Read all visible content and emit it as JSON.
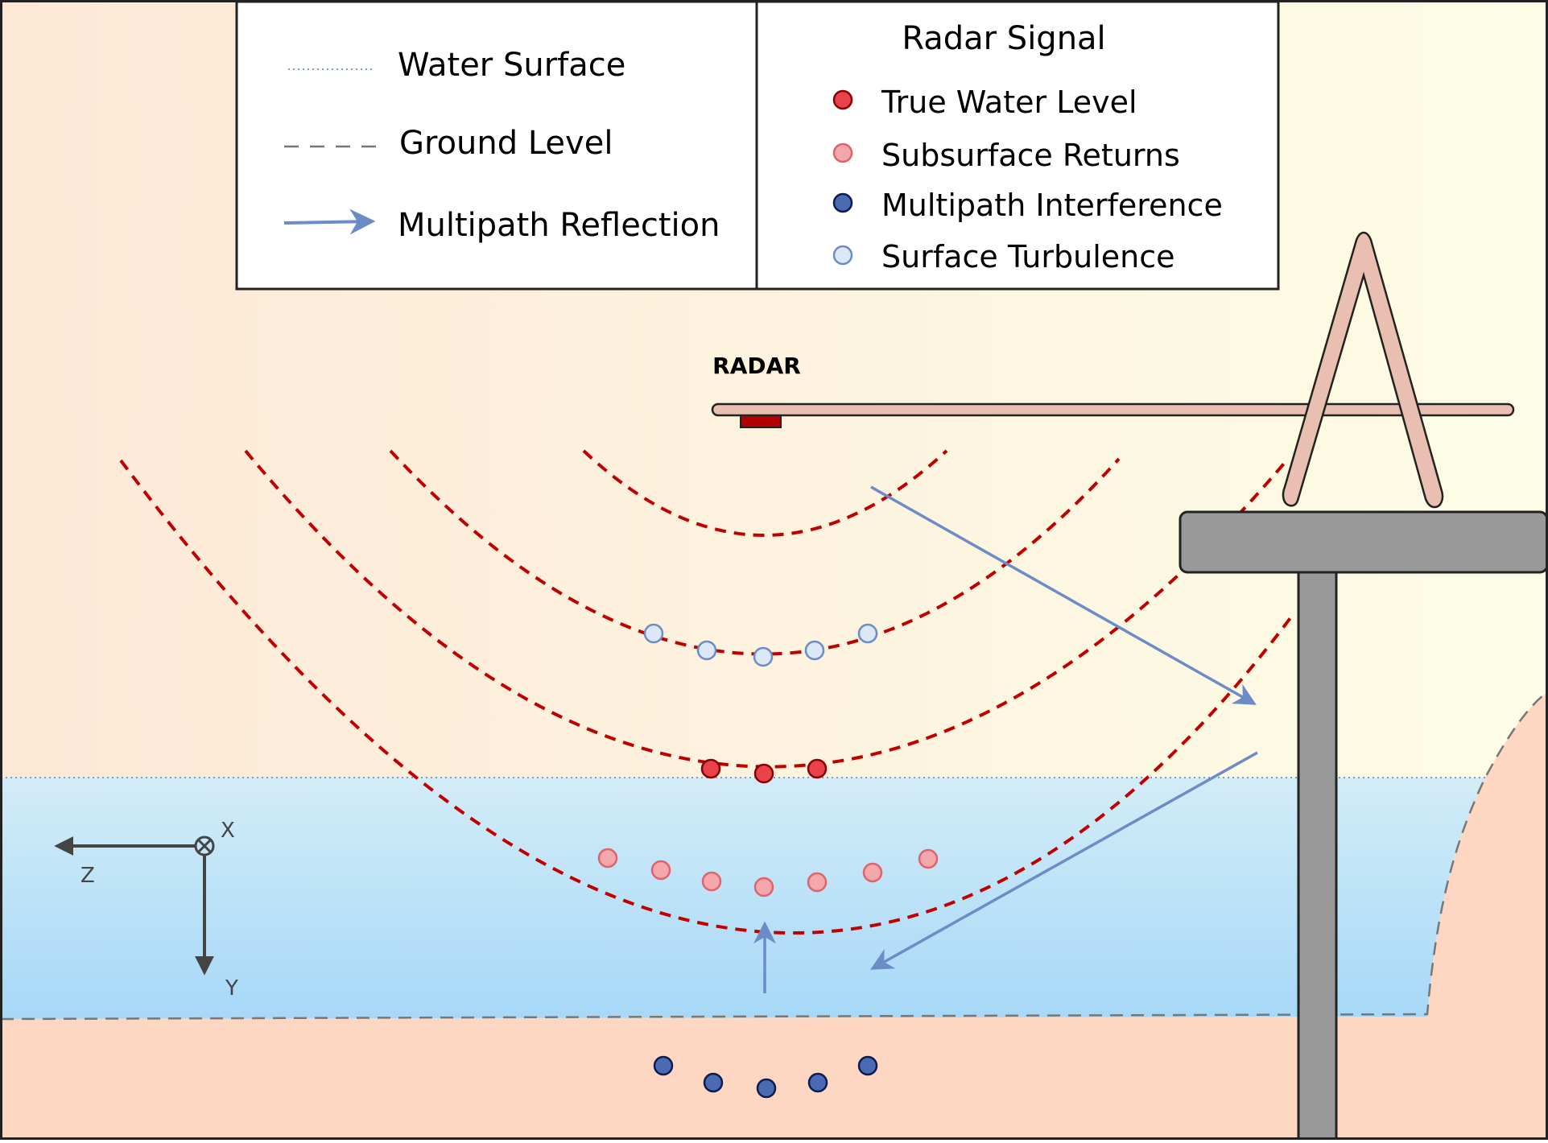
{
  "legend": {
    "left": {
      "water_surface": "Water Surface",
      "ground_level": "Ground Level",
      "multipath_reflection": "Multipath Reflection"
    },
    "right": {
      "title": "Radar Signal",
      "true_water_level": "True Water Level",
      "subsurface_returns": "Subsurface Returns",
      "multipath_interference": "Multipath Interference",
      "surface_turbulence": "Surface Turbulence"
    }
  },
  "radar_label": "RADAR",
  "axes": {
    "x": "X",
    "y": "Y",
    "z": "Z"
  },
  "colors": {
    "wave": "#c00000",
    "arrow": "#6b8cc6",
    "true_level": "#e8434a",
    "subsurface": "#f5a8ac",
    "multipath": "#4a6bb3",
    "turbulence": "#dce8f7",
    "water_top": "#d3ecf7",
    "water_bottom": "#a6d8f7",
    "ground": "#fdd7c2",
    "structure": "#999999",
    "arm": "#e8bfb0"
  }
}
